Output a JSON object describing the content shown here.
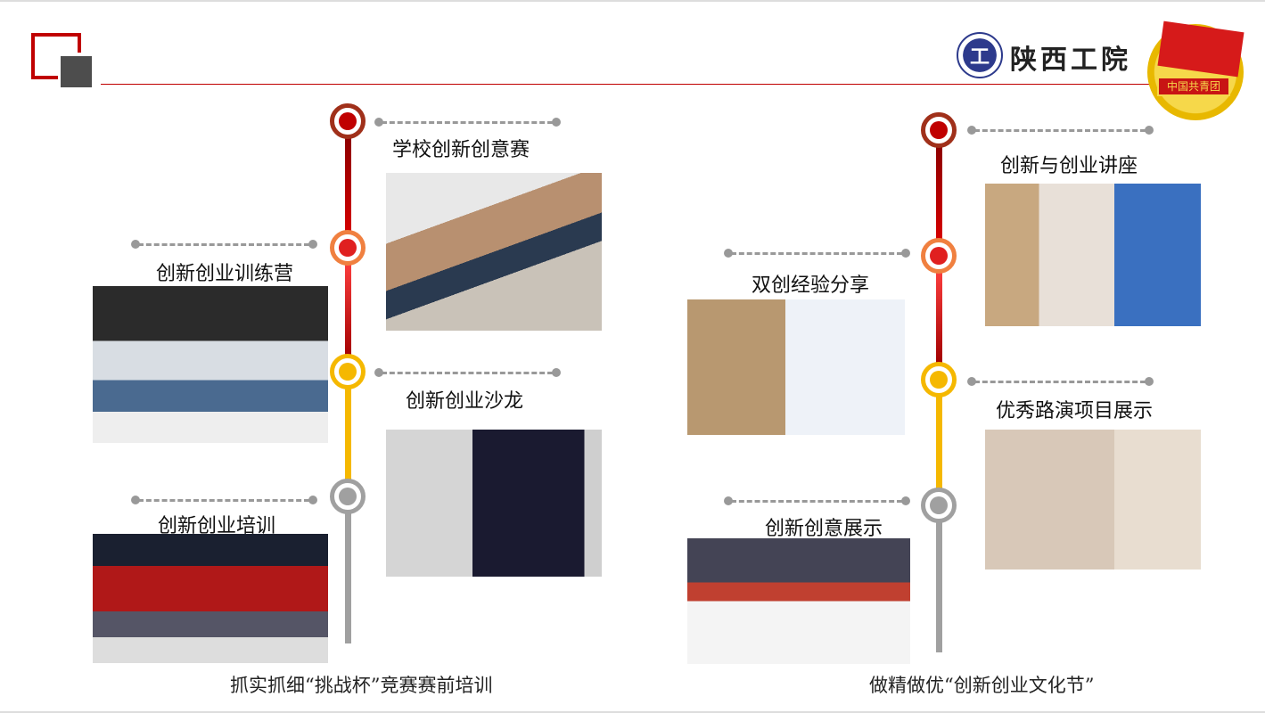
{
  "header": {
    "school_name": "陕西工院",
    "school_seal_glyph": "工",
    "badge_text": "中国共青团"
  },
  "left": {
    "items": [
      {
        "label": "学校创新创意赛",
        "photo": "classroom-competition-photo"
      },
      {
        "label": "创新创业训练营",
        "photo": "training-camp-photo"
      },
      {
        "label": "创新创业沙龙",
        "photo": "salon-photo"
      },
      {
        "label": "创新创业培训",
        "photo": "training-ceremony-photo"
      }
    ],
    "caption": "抓实抓细“挑战杯”竞赛赛前培训"
  },
  "right": {
    "items": [
      {
        "label": "创新与创业讲座",
        "photo": "lecture-photo"
      },
      {
        "label": "双创经验分享",
        "photo": "experience-sharing-photo"
      },
      {
        "label": "优秀路演项目展示",
        "photo": "roadshow-photo"
      },
      {
        "label": "创新创意展示",
        "photo": "creative-display-photo"
      }
    ],
    "caption": "做精做优“创新创业文化节”"
  },
  "colors": {
    "accent": "#c00000",
    "yellow": "#f5b800",
    "gray": "#a0a0a0"
  }
}
